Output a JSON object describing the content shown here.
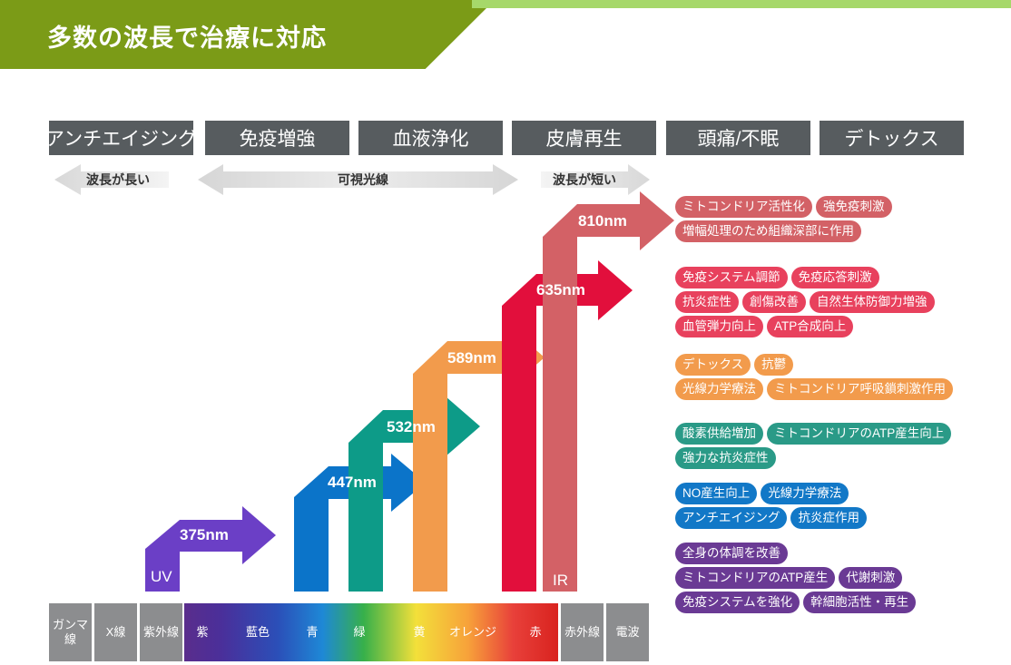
{
  "title": "多数の波長で治療に対応",
  "colors": {
    "header": "#7b9b17",
    "uv": "#6b3fc6",
    "blue": "#0b74c9",
    "green": "#0d9b88",
    "orange": "#f29b4c",
    "red": "#e20f3c",
    "ir": "#d36166"
  },
  "categories": [
    "アンチエイジング",
    "免疫増強",
    "血液浄化",
    "皮膚再生",
    "頭痛/不眠",
    "デトックス"
  ],
  "range_arrows": {
    "long": "波長が長い",
    "visible": "可視光線",
    "short": "波長が短い"
  },
  "wavelengths": [
    {
      "label": "375nm",
      "color": "#6b3fc6"
    },
    {
      "label": "447nm",
      "color": "#0b74c9"
    },
    {
      "label": "532nm",
      "color": "#0d9b88"
    },
    {
      "label": "589nm",
      "color": "#f29b4c"
    },
    {
      "label": "635nm",
      "color": "#e20f3c"
    },
    {
      "label": "810nm",
      "color": "#d36166"
    }
  ],
  "end_labels": {
    "uv": "UV",
    "ir": "IR"
  },
  "effect_groups": [
    {
      "color": "#d36166",
      "rows": [
        [
          "ミトコンドリア活性化",
          "強免疫刺激"
        ],
        [
          "増幅処理のため組織深部に作用"
        ]
      ]
    },
    {
      "color": "#e8415d",
      "rows": [
        [
          "免疫システム調節",
          "免疫応答刺激"
        ],
        [
          "抗炎症性",
          "創傷改善",
          "自然生体防御力増強"
        ],
        [
          "血管弾力向上",
          "ATP合成向上"
        ]
      ]
    },
    {
      "color": "#f29b4c",
      "rows": [
        [
          "デトックス",
          "抗鬱"
        ],
        [
          "光線力学療法",
          "ミトコンドリア呼吸鎖刺激作用"
        ]
      ]
    },
    {
      "color": "#2a9a87",
      "rows": [
        [
          "酸素供給増加",
          "ミトコンドリアのATP産生向上"
        ],
        [
          "強力な抗炎症性"
        ]
      ]
    },
    {
      "color": "#1278c7",
      "rows": [
        [
          "NO産生向上",
          "光線力学療法"
        ],
        [
          "アンチエイジング",
          "抗炎症作用"
        ]
      ]
    },
    {
      "color": "#6a3a94",
      "rows": [
        [
          "全身の体調を改善"
        ],
        [
          "ミトコンドリアのATP産生",
          "代謝刺激"
        ],
        [
          "免疫システムを強化",
          "幹細胞活性・再生"
        ]
      ]
    }
  ],
  "spectrum": {
    "left": [
      {
        "label": "ガンマ\n線"
      },
      {
        "label": "X線"
      },
      {
        "label": "紫外線"
      }
    ],
    "visible": [
      {
        "label": "紫"
      },
      {
        "label": "藍色"
      },
      {
        "label": "青"
      },
      {
        "label": "緑"
      },
      {
        "label": "黄"
      },
      {
        "label": "オレンジ"
      },
      {
        "label": "赤"
      }
    ],
    "right": [
      {
        "label": "赤外線"
      },
      {
        "label": "電波"
      }
    ]
  }
}
